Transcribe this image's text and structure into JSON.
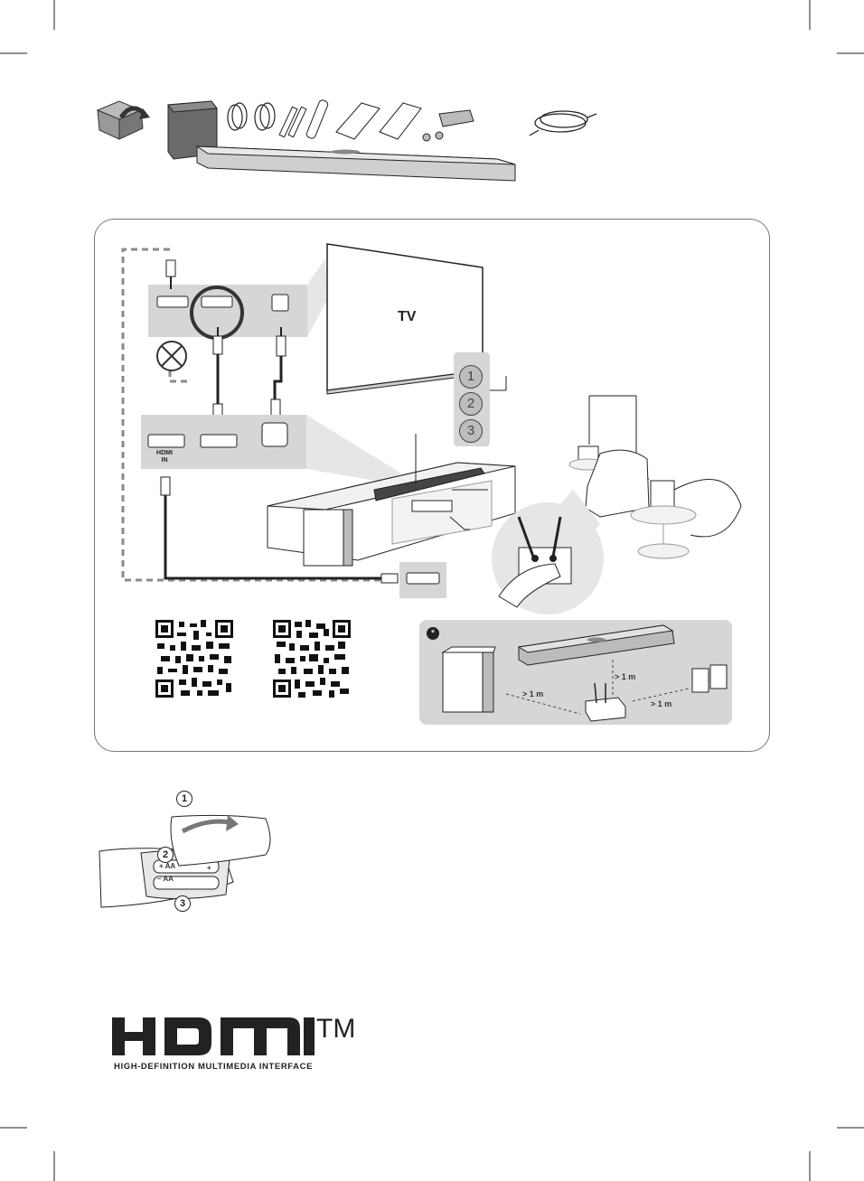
{
  "connection_diagram": {
    "tv_label": "TV",
    "hdmi_in_label": "HDMI\nIN",
    "steps": [
      "1",
      "2",
      "3"
    ]
  },
  "rear_speaker_setup": {
    "marker": "*",
    "distances": [
      "> 1 m",
      "> 1 m",
      "> 1 m"
    ]
  },
  "battery_install": {
    "steps": [
      "1",
      "2",
      "3"
    ],
    "battery_markings": [
      "+ AA",
      "– AA",
      "+"
    ]
  },
  "hdmi_logo": {
    "wordmark": "HDMI",
    "trademark": "TM",
    "tagline": "HIGH-DEFINITION MULTIMEDIA INTERFACE"
  },
  "colors": {
    "line": "#222222",
    "panel_grey": "#d6d6d6",
    "light_grey": "#e6e6e6",
    "dashed_grey": "#8a8a8a"
  }
}
